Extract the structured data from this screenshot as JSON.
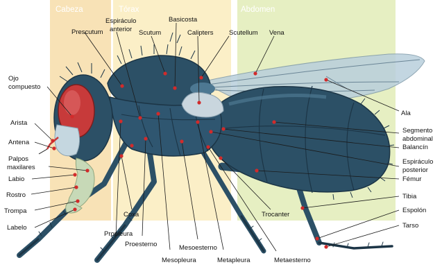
{
  "diagram": {
    "sections": [
      {
        "id": "head",
        "name": "Cabeza",
        "color": "#f8e2b6"
      },
      {
        "id": "thorax",
        "name": "Tórax",
        "color": "#fbefc7"
      },
      {
        "id": "abdomen",
        "name": "Abdomen",
        "color": "#e6efc2"
      }
    ],
    "colors": {
      "body": "#2c5066",
      "body_dark": "#1c3546",
      "body_light": "#4d7892",
      "wing": "#b9cfdc",
      "eye": "#c73a3a",
      "mouth": "#c7d9b7",
      "marker": "#d22b2b"
    },
    "labels": {
      "ojo_compuesto_1": "Ojo",
      "ojo_compuesto_2": "compuesto",
      "arista": "Arista",
      "antena": "Antena",
      "palpos_1": "Palpos",
      "palpos_2": "maxilares",
      "labio": "Labio",
      "rostro": "Rostro",
      "trompa": "Trompa",
      "labelo": "Labelo",
      "prescutum": "Prescutum",
      "espiraculo_anterior_1": "Espiráculo",
      "espiraculo_anterior_2": "anterior",
      "scutum": "Scutum",
      "basicosta": "Basicosta",
      "calipters": "Calipters",
      "scutellum": "Scutellum",
      "vena": "Vena",
      "ala": "Ala",
      "segmento_1": "Segmento",
      "segmento_2": "abdominal",
      "balancin": "Balancín",
      "espiraculo_posterior_1": "Espiráculo",
      "espiraculo_posterior_2": "posterior",
      "femur": "Fémur",
      "tibia": "Tibia",
      "espolon": "Espolón",
      "tarso": "Tarso",
      "coxa": "Coxa",
      "propleura": "Propleura",
      "proesterno": "Proesterno",
      "mesopleura": "Mesopleura",
      "mesoesterno": "Mesoesterno",
      "metapleura": "Metapleura",
      "trocanter": "Trocanter",
      "metaesterno": "Metaesterno"
    }
  }
}
